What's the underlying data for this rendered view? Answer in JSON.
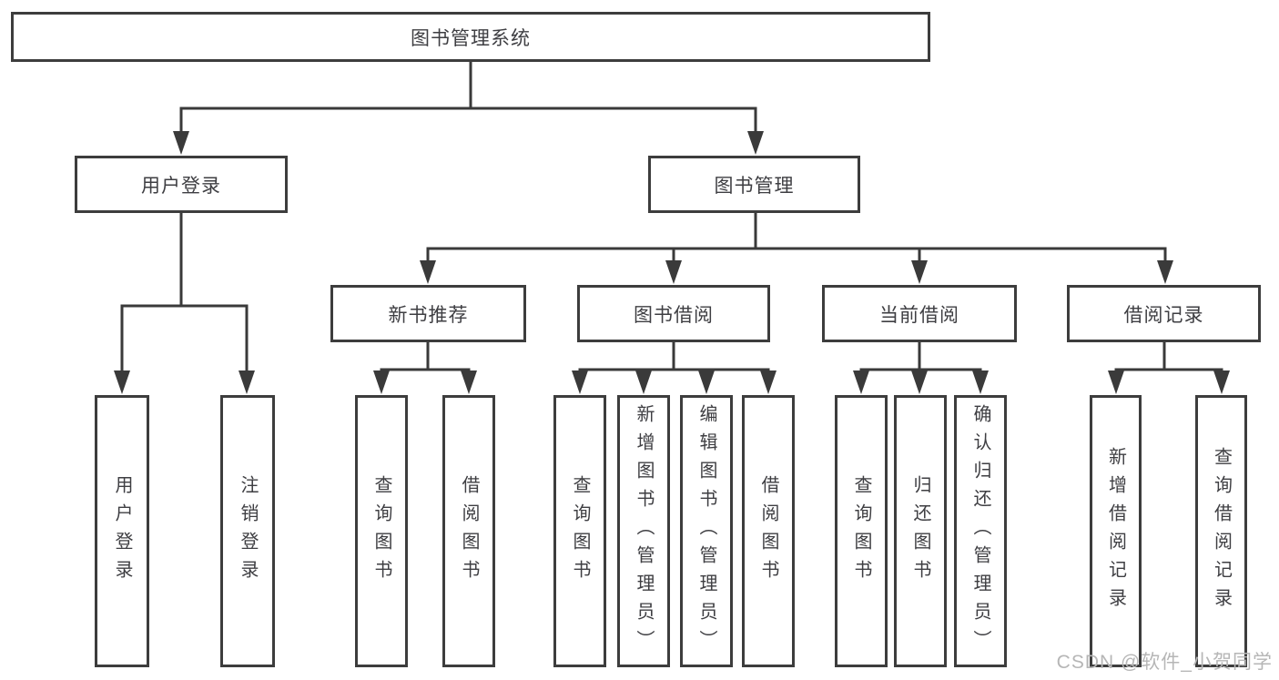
{
  "tree": {
    "root": "图书管理系统",
    "branches": [
      {
        "label": "用户登录",
        "children": [
          "用户登录",
          "注销登录"
        ]
      },
      {
        "label": "图书管理",
        "sections": [
          {
            "label": "新书推荐",
            "children": [
              "查询图书",
              "借阅图书"
            ]
          },
          {
            "label": "图书借阅",
            "children": [
              "查询图书",
              "新增图书（管理员）",
              "编辑图书（管理员）",
              "借阅图书"
            ]
          },
          {
            "label": "当前借阅",
            "children": [
              "查询图书",
              "归还图书",
              "确认归还（管理员）"
            ]
          },
          {
            "label": "借阅记录",
            "children": [
              "新增借阅记录",
              "查询借阅记录"
            ]
          }
        ]
      }
    ]
  },
  "watermark": "CSDN @软件_小贺同学",
  "colors": {
    "line": "#3a3a3a",
    "border": "#3d3d3d",
    "text": "#3e3e42",
    "watermark": "#b6b6b6",
    "bg": "#ffffff"
  }
}
